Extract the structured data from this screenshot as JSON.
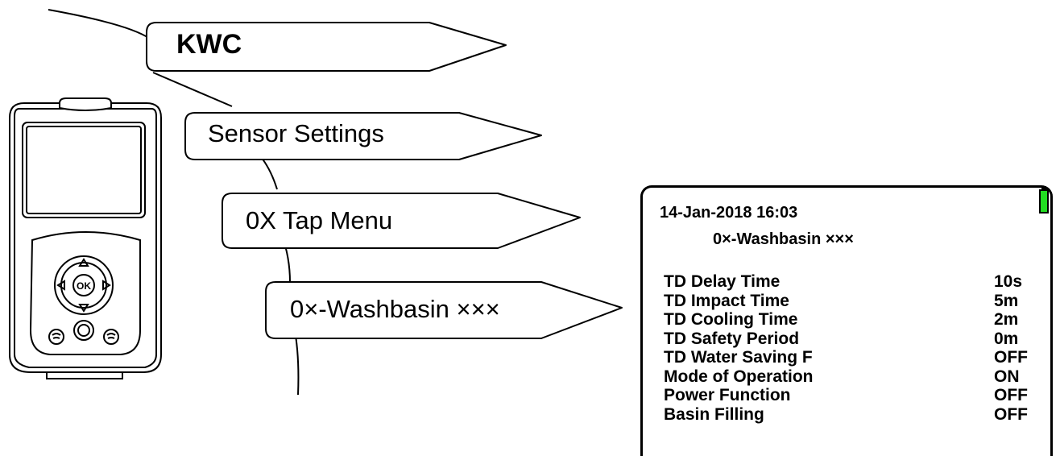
{
  "menu_path": [
    {
      "label": "KWC"
    },
    {
      "label": "Sensor Settings"
    },
    {
      "label": "0X Tap Menu"
    },
    {
      "label": "0×-Washbasin ×××"
    }
  ],
  "device": {
    "buttons": {
      "ok": "OK"
    },
    "icons": [
      "up-arrow-icon",
      "down-arrow-icon",
      "left-arrow-icon",
      "right-arrow-icon",
      "ir-left-icon",
      "power-icon",
      "ir-right-icon"
    ]
  },
  "screen": {
    "datetime": "14-Jan-2018 16:03",
    "title": "0×-Washbasin ×××",
    "battery_color": "#22dd22",
    "params": [
      {
        "name": "TD Delay Time",
        "value": "10s"
      },
      {
        "name": "TD Impact Time",
        "value": "5m"
      },
      {
        "name": "TD Cooling Time",
        "value": "2m"
      },
      {
        "name": "TD Safety Period",
        "value": "0m"
      },
      {
        "name": "TD Water Saving F",
        "value": "OFF"
      },
      {
        "name": "Mode of Operation",
        "value": "ON"
      },
      {
        "name": "Power Function",
        "value": "OFF"
      },
      {
        "name": "Basin Filling",
        "value": "OFF"
      }
    ]
  }
}
